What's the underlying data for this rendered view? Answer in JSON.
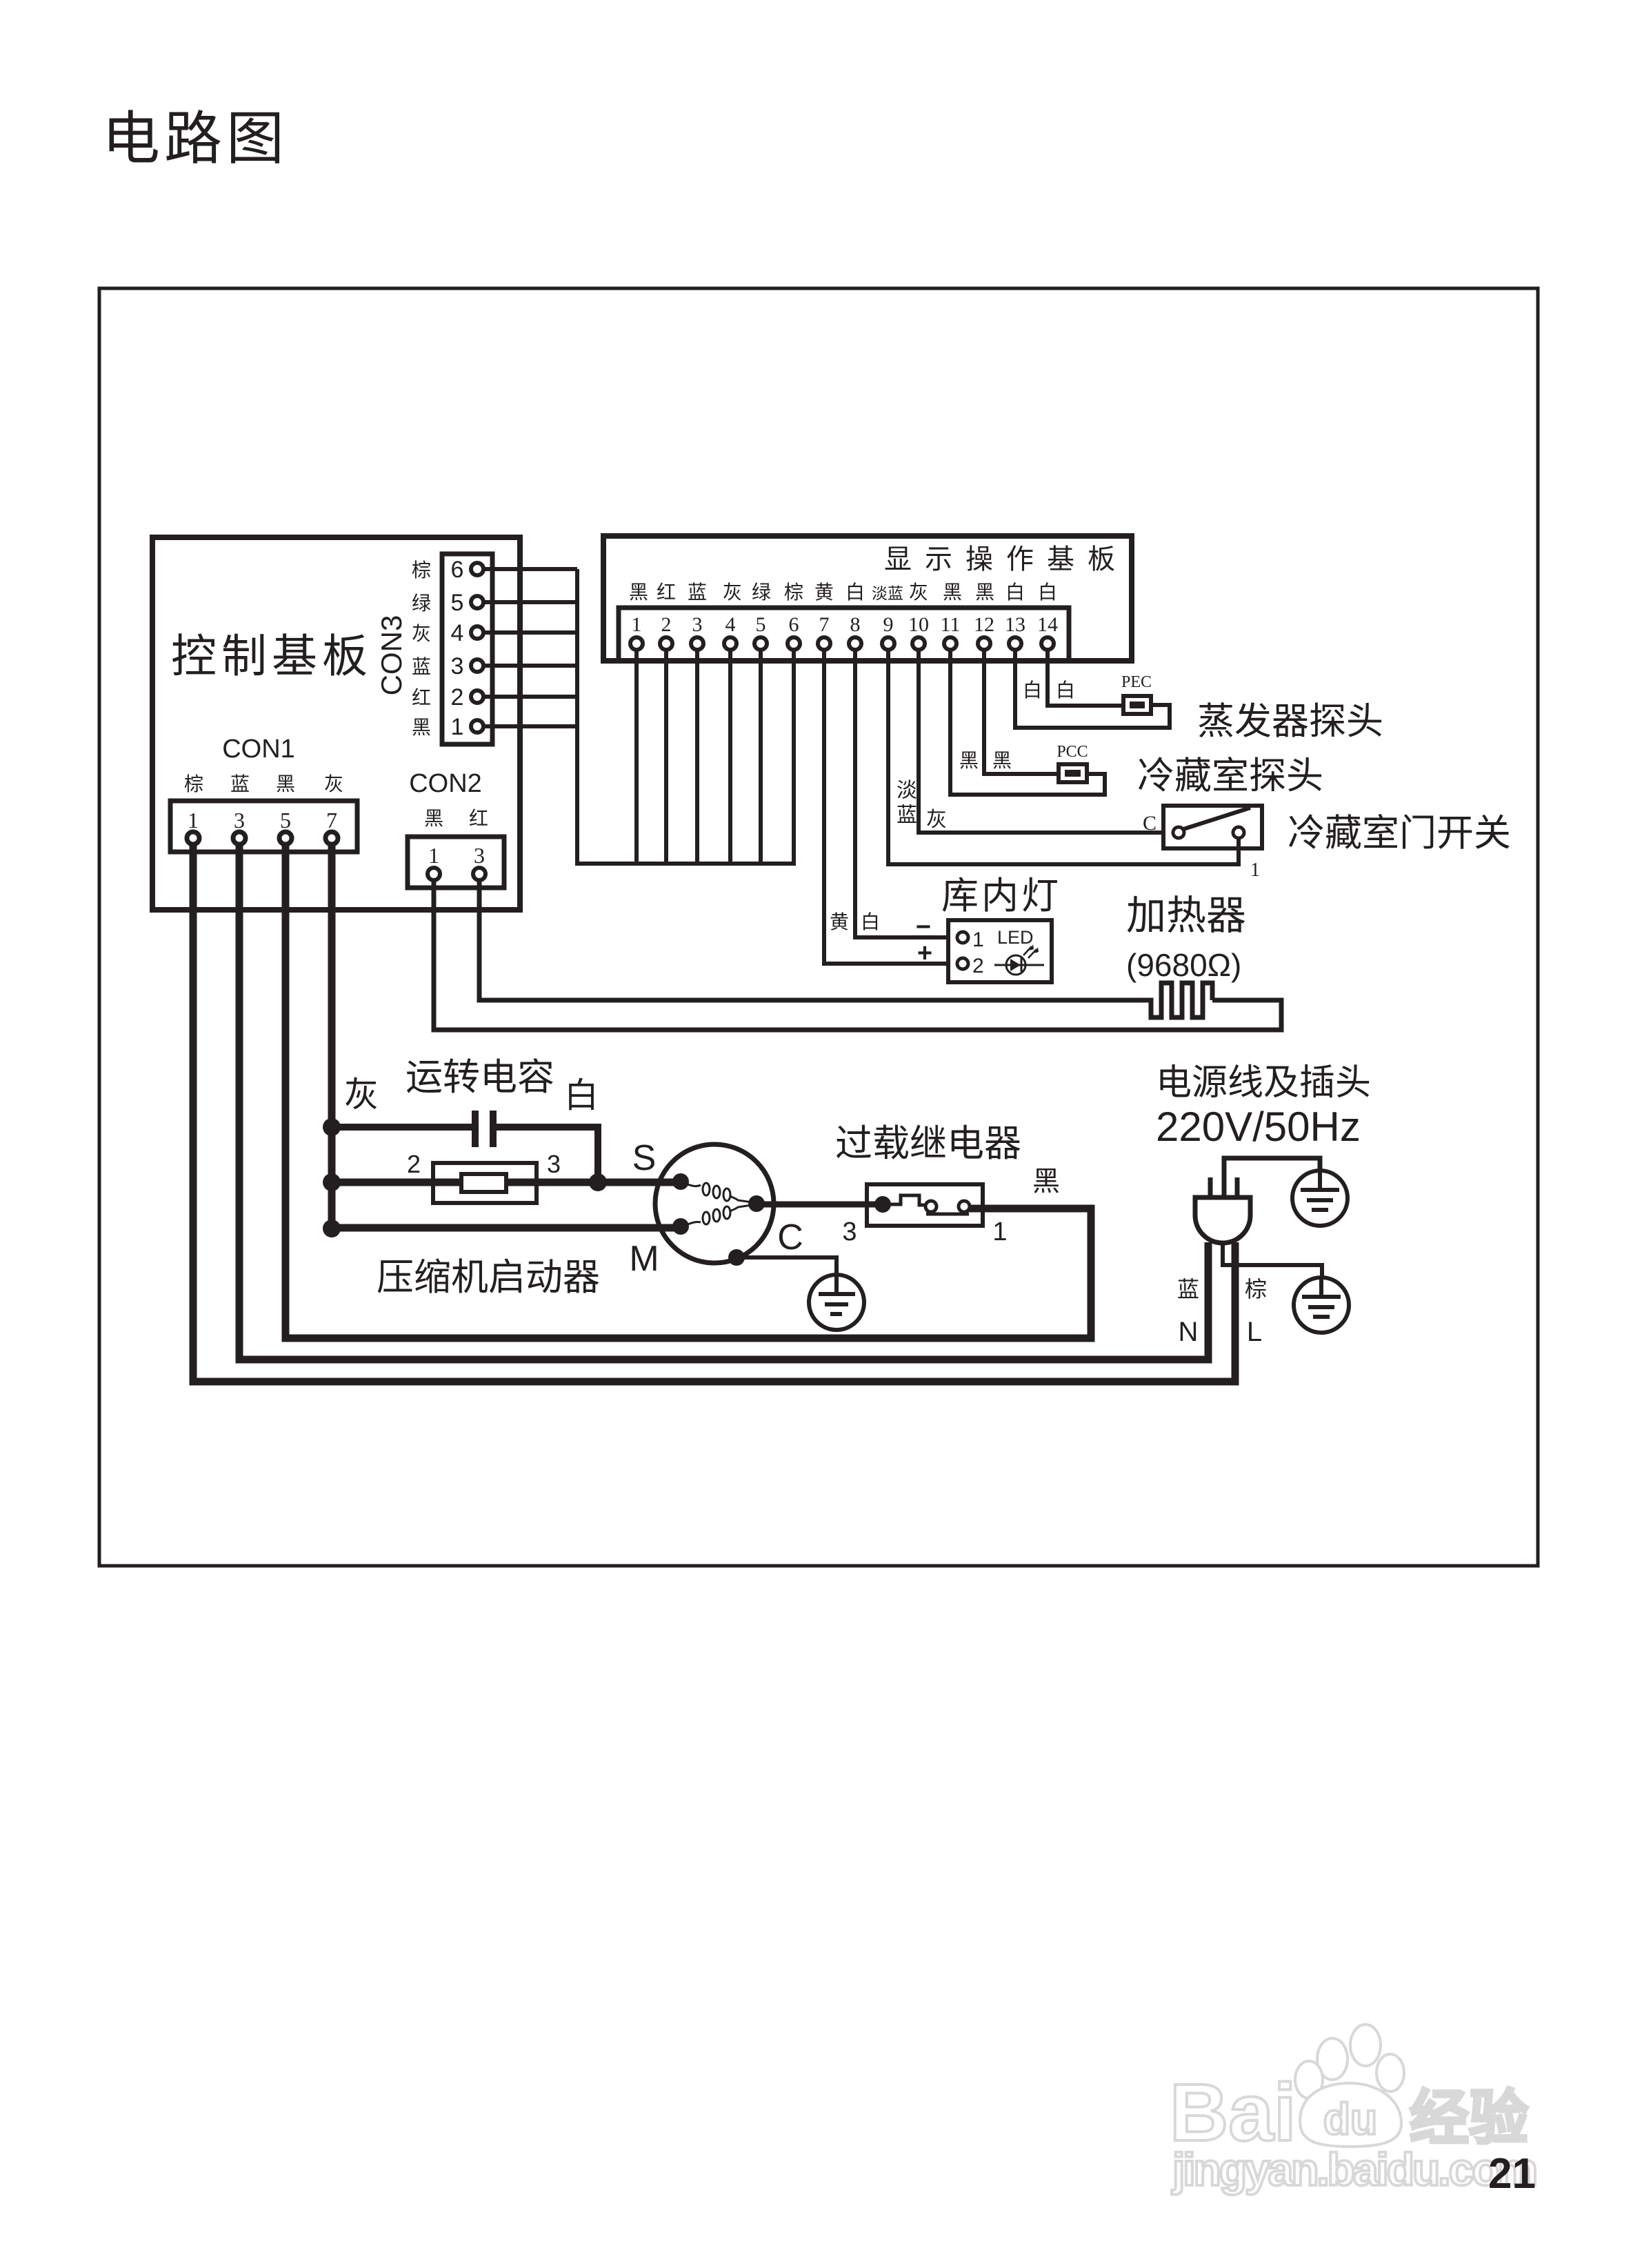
{
  "page": {
    "title": "电路图",
    "page_number": "21"
  },
  "watermark": {
    "brand_left": "Bai",
    "brand_paw": "du",
    "brand_right": "经验",
    "url": "jingyan.baidu.com"
  },
  "colors": {
    "line": "#231f20",
    "watermark": "#d4d4d4"
  },
  "control_board": {
    "title": "控制基板",
    "con3": {
      "label": "CON3",
      "pins": [
        {
          "num": "6",
          "color": "棕"
        },
        {
          "num": "5",
          "color": "绿"
        },
        {
          "num": "4",
          "color": "灰"
        },
        {
          "num": "3",
          "color": "蓝"
        },
        {
          "num": "2",
          "color": "红"
        },
        {
          "num": "1",
          "color": "黑"
        }
      ]
    },
    "con1": {
      "label": "CON1",
      "pins": [
        {
          "num": "1",
          "color": "棕"
        },
        {
          "num": "3",
          "color": "蓝"
        },
        {
          "num": "5",
          "color": "黑"
        },
        {
          "num": "7",
          "color": "灰"
        }
      ]
    },
    "con2": {
      "label": "CON2",
      "pins": [
        {
          "num": "1",
          "color": "黑"
        },
        {
          "num": "3",
          "color": "红"
        }
      ]
    }
  },
  "display_board": {
    "title": "显示操作基板",
    "pins": [
      {
        "num": "1",
        "color": "黑"
      },
      {
        "num": "2",
        "color": "红"
      },
      {
        "num": "3",
        "color": "蓝"
      },
      {
        "num": "4",
        "color": "灰"
      },
      {
        "num": "5",
        "color": "绿"
      },
      {
        "num": "6",
        "color": "棕"
      },
      {
        "num": "7",
        "color": "黄"
      },
      {
        "num": "8",
        "color": "白"
      },
      {
        "num": "9",
        "color": "淡蓝"
      },
      {
        "num": "10",
        "color": "灰"
      },
      {
        "num": "11",
        "color": "黑"
      },
      {
        "num": "12",
        "color": "黑"
      },
      {
        "num": "13",
        "color": "白"
      },
      {
        "num": "14",
        "color": "白"
      }
    ]
  },
  "components": {
    "evaporator_probe": {
      "label": "蒸发器探头",
      "code": "PEC",
      "wire_colors": [
        "白",
        "白"
      ]
    },
    "fridge_probe": {
      "label": "冷藏室探头",
      "code": "PCC",
      "wire_colors": [
        "黑",
        "黑"
      ]
    },
    "door_switch": {
      "label": "冷藏室门开关",
      "terminal_c": "C",
      "terminal_1": "1",
      "wire_colors": [
        "淡蓝",
        "灰"
      ]
    },
    "lamp": {
      "label": "库内灯",
      "type": "LED",
      "pin1": "1",
      "pin2": "2",
      "minus": "−",
      "plus": "+",
      "wire_colors": [
        "黄",
        "白"
      ]
    },
    "heater": {
      "label": "加热器",
      "resistance": "(9680Ω)"
    },
    "run_capacitor": {
      "label": "运转电容",
      "wire_left": "灰",
      "wire_right": "白"
    },
    "starter": {
      "label": "压缩机启动器",
      "pin_left": "2",
      "pin_right": "3"
    },
    "compressor": {
      "terminal_s": "S",
      "terminal_m": "M",
      "terminal_c": "C"
    },
    "overload_relay": {
      "label": "过载继电器",
      "pin_in": "3",
      "pin_out": "1",
      "wire_color": "黑"
    },
    "power": {
      "label": "电源线及插头",
      "rating": "220V/50Hz",
      "n_color": "蓝",
      "l_color": "棕",
      "n": "N",
      "l": "L"
    }
  }
}
